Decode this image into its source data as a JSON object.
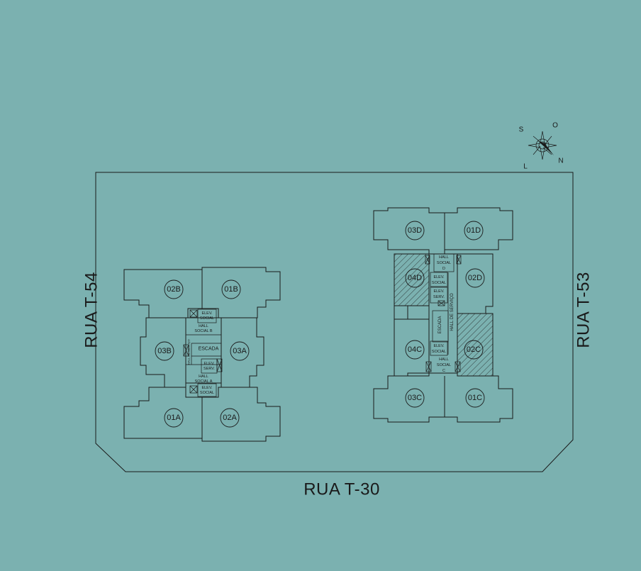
{
  "streets": {
    "left": "RUA T-54",
    "right": "RUA T-53",
    "bottom": "RUA T-30"
  },
  "compass": {
    "s": "S",
    "o": "O",
    "l": "L",
    "n": "N"
  },
  "tower_a_b": {
    "units": [
      "02B",
      "01B",
      "03B",
      "03A",
      "01A",
      "02A"
    ],
    "labels": {
      "elev_social_top": "ELEV.\nSOCIAL",
      "hall_social_b": "HALL\nSOCIAL B",
      "escada": "ESCADA",
      "hall_servico": "HALL DE SERVIÇO",
      "elev_serv": "ELEV.\nSERV.",
      "hall_social_a": "HALL\nSOCIAL A",
      "elev_social_bottom": "ELEV.\nSOCIAL"
    }
  },
  "tower_c_d": {
    "units": [
      "03D",
      "01D",
      "04D",
      "02D",
      "04C",
      "02C",
      "03C",
      "01C"
    ],
    "highlighted_units": [
      "04D",
      "02C"
    ],
    "labels": {
      "hall_social_d": "HALL\nSOCIAL\nD",
      "elev_social_top": "ELEV.\nSOCIAL",
      "elev_serv": "ELEV.\nSERV.",
      "escada": "ESCADA",
      "hall_servico": "HALL DE SERVIÇO",
      "elev_social_bottom": "ELEV.\nSOCIAL",
      "hall_social_c": "HALL\nSOCIAL\nC"
    }
  },
  "colors": {
    "background": "#7bb1b0",
    "lines": "#1a1a1a"
  }
}
